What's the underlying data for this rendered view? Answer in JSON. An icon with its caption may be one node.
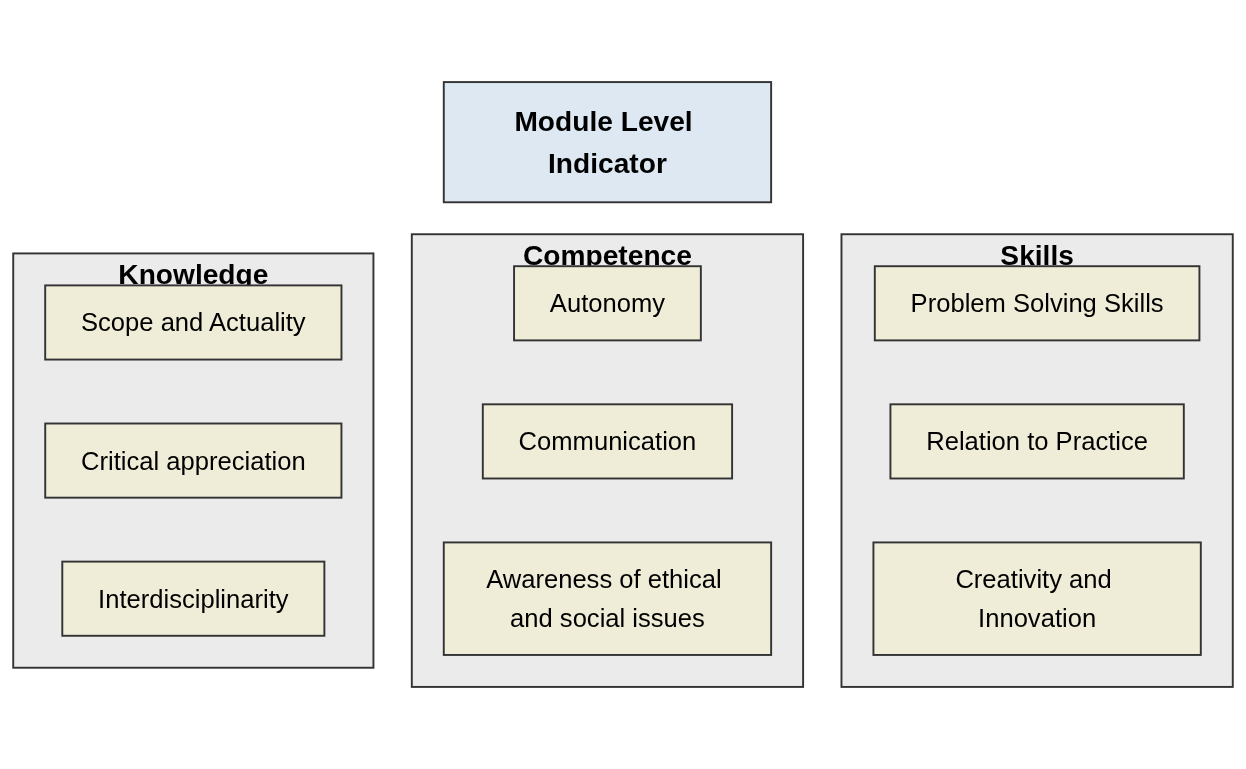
{
  "diagram": {
    "nodes": [
      {
        "text": [
          "Module Level Indicator"
        ]
      },
      {
        "text": [
          "Knowledge"
        ]
      },
      {
        "text": [
          "Scope and Actuality"
        ],
        "in": 1
      },
      {
        "text": [
          "Critical appreciation"
        ],
        "in": 1
      },
      {
        "text": [
          "Interdisciplinarity"
        ],
        "in": 1
      },
      {
        "text": [
          "Competence"
        ]
      },
      {
        "text": [
          "Autonomy"
        ],
        "in": 5
      },
      {
        "text": [
          "Communication"
        ],
        "in": 5
      },
      {
        "text": [
          "Awareness of ethical and social issues"
        ],
        "in": 5
      },
      {
        "text": [
          "Skills"
        ]
      },
      {
        "text": [
          "Problem Solving Skills"
        ],
        "in": 9
      },
      {
        "text": [
          "Relation to Practice"
        ],
        "in": 9
      },
      {
        "text": [
          "Creativity and Innovation"
        ],
        "in": 9
      }
    ],
    "edges": []
  }
}
